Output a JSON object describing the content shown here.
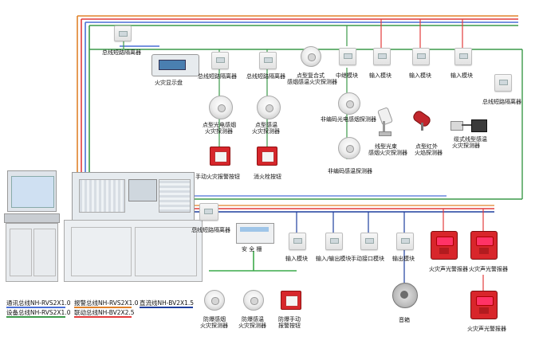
{
  "top_isolator": "总线短路隔离器",
  "display": "火灾显示盘",
  "isolator_1": "总线短路隔离器",
  "isolator_2": "总线短路隔离器",
  "composite_detector": [
    "点型复合式",
    "感烟感温火灾探测器"
  ],
  "relay_module": "中继模块",
  "input_module_1": "输入模块",
  "input_module_2": "输入模块",
  "input_module_3": "输入模块",
  "isolator_right": "总线短路隔离器",
  "smoke_detector": [
    "点型光电感烟",
    "火灾探测器"
  ],
  "heat_detector": [
    "点型感温",
    "火灾探测器"
  ],
  "nonencoded_smoke": "非编码光电感烟探测器",
  "nonencoded_heat": "非编码感温探测器",
  "beam_detector": [
    "线型光束",
    "感烟火灾探测器"
  ],
  "ir_flame": [
    "点型红外",
    "火焰探测器"
  ],
  "linear_heat": [
    "缆式线型感温",
    "火灾探测器"
  ],
  "manual_alarm": "手动火灾报警按钮",
  "hydrant_button": "消火栓按钮",
  "isolator_lower": "总线短路隔离器",
  "safety_barrier": "安 全 栅",
  "io_input_module": "输入模块",
  "io_inout_module": "输入/输出模块",
  "io_manual_interface": "手动接口模块",
  "io_output_module": "输出模块",
  "sound_light_1": "火灾声光警报器",
  "sound_light_2": "火灾声光警报器",
  "ex_smoke": [
    "防爆感烟",
    "火灾探测器"
  ],
  "ex_heat": [
    "防爆感温",
    "火灾探测器"
  ],
  "ex_manual": [
    "防爆手动",
    "报警按钮"
  ],
  "broadcast": "音箱",
  "sound_light_3": "火灾声光警报器",
  "legend": {
    "comm": "通讯总线NH-RVS2X1.0",
    "device": "设备总线NH-RVS2X1.0",
    "alarm": "报警总线NH-RVS2X1.0",
    "linkage": "联动总线NH-BV2X2.5",
    "dc": "直流线NH-BV2X1.5"
  },
  "colors": {
    "comm": "#4a6fd6",
    "device": "#3c9a4a",
    "alarm": "#e0822a",
    "linkage": "#e23b3b",
    "dc": "#1f3f9e",
    "ex_bus": "#3caa4a"
  }
}
